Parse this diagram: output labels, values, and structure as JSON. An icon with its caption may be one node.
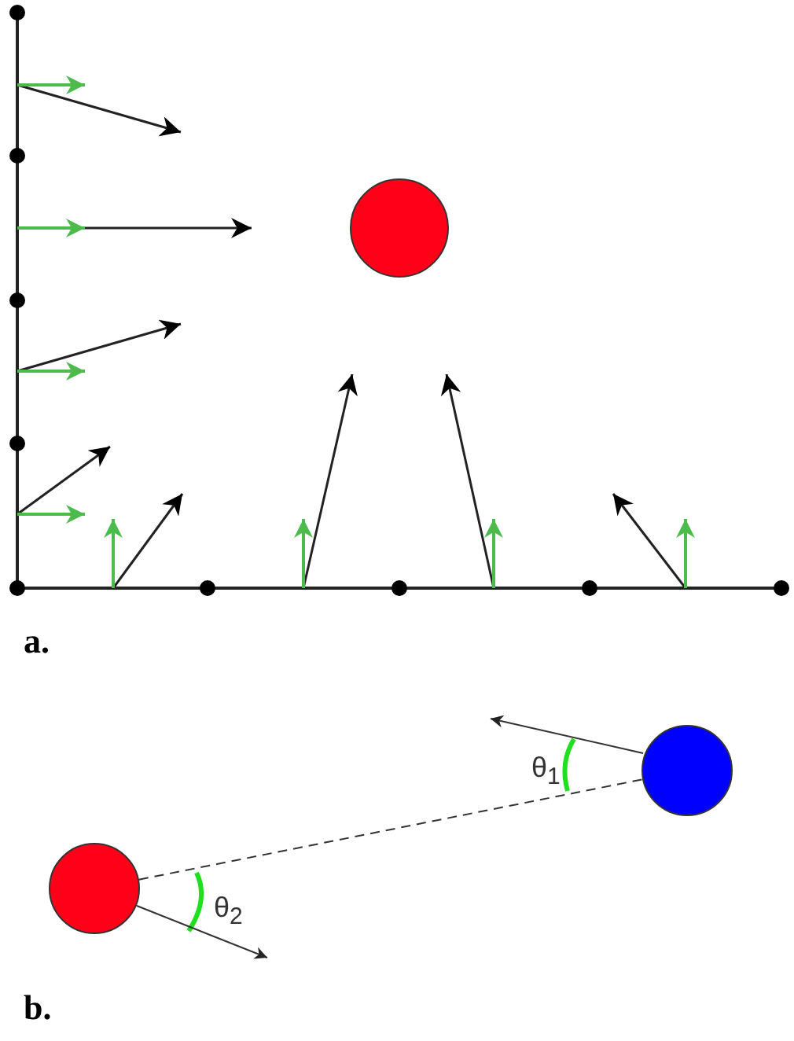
{
  "diagram": {
    "nodes": [
      {
        "text": [],
        "shape": "circle"
      },
      {
        "text": [],
        "shape": "circle"
      }
    ],
    "edges": [
      {
        "from": 0,
        "to": 1,
        "arrow": "none",
        "style": "dashed"
      },
      {
        "from": 0,
        "to": null,
        "arrow": "to"
      },
      {
        "from": 1,
        "to": null,
        "arrow": "to"
      }
    ],
    "labels": [
      "a.",
      "θ$_{1}$",
      "θ$_{2}$",
      "b."
    ]
  }
}
